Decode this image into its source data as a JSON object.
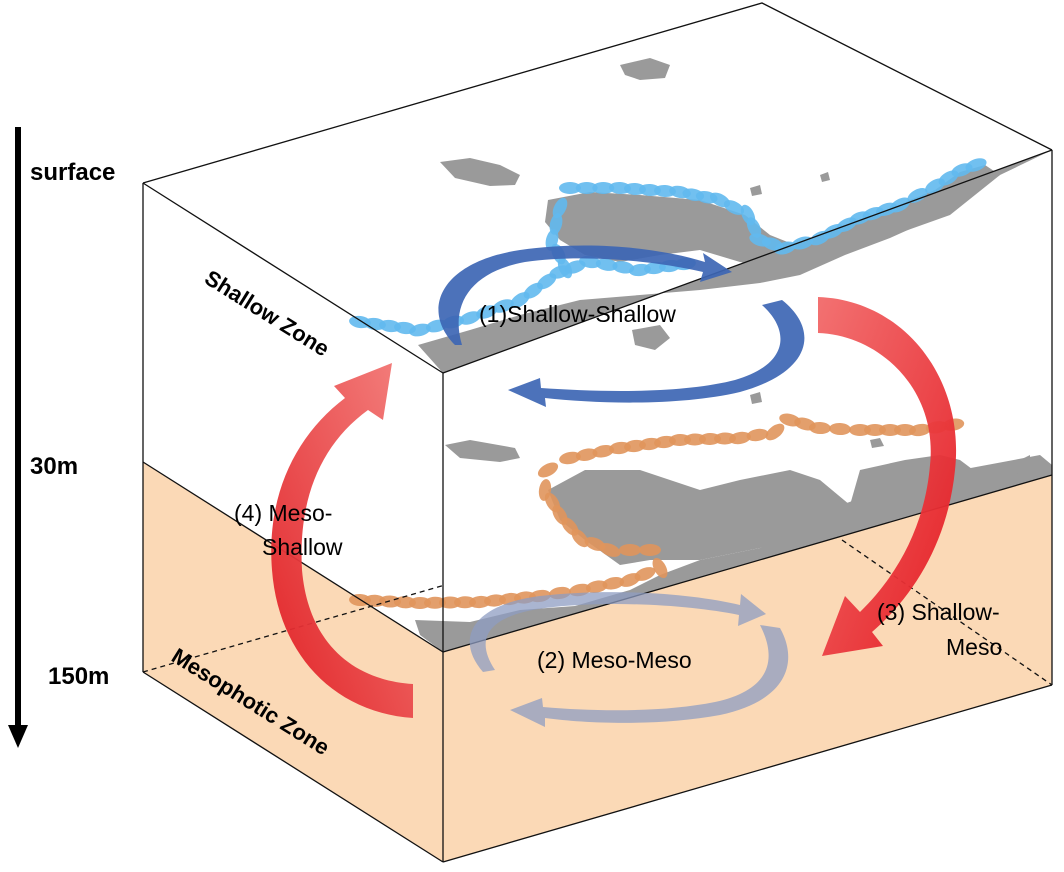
{
  "depth_axis": {
    "surface_label": "surface",
    "depth_30_label": "30m",
    "depth_150_label": "150m"
  },
  "zones": {
    "shallow_label": "Shallow Zone",
    "mesophotic_label": "Mesophotic Zone"
  },
  "flows": {
    "shallow_shallow": "(1)Shallow-Shallow",
    "meso_meso": "(2) Meso-Meso",
    "shallow_meso_line1": "(3) Shallow-",
    "shallow_meso_line2": "Meso",
    "meso_shallow_line1": "(4) Meso-",
    "meso_shallow_line2": "Shallow"
  },
  "colors": {
    "land": "#9a9a9a",
    "shallow_reef": "#62b9ee",
    "mesophotic_reef": "#e0955c",
    "mesophotic_fill": "#fbd9b6",
    "shallow_arrow": "#3d66b4",
    "meso_arrow": "#8d9cc2",
    "cross_arrow": "#e8262c"
  }
}
